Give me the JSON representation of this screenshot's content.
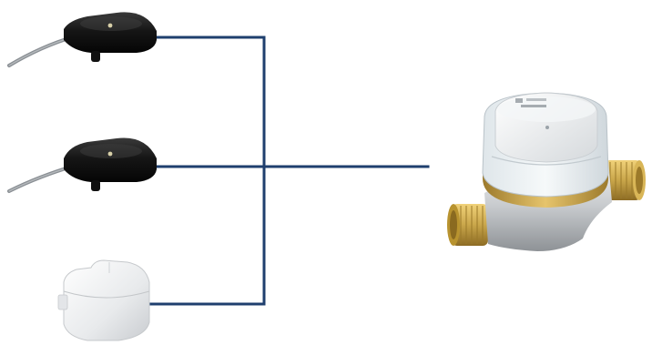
{
  "diagram": {
    "colors": {
      "background": "#ffffff",
      "connector": "#1f3f6e",
      "module_black": "#151515",
      "module_white": "#eceef0",
      "cable_grey": "#8a8f94",
      "meter_brass": "#c9a64a",
      "meter_body": "#d4d6d8",
      "meter_cap": "#e9ecee"
    },
    "nodes": [
      {
        "id": "black-module-1",
        "kind": "black-cabled-reading-module"
      },
      {
        "id": "black-module-2",
        "kind": "black-cabled-reading-module"
      },
      {
        "id": "white-module",
        "kind": "white-clip-on-reading-module"
      },
      {
        "id": "water-meter",
        "kind": "water-meter"
      }
    ],
    "connections": [
      {
        "from": "black-module-1",
        "to": "water-meter"
      },
      {
        "from": "black-module-2",
        "to": "water-meter"
      },
      {
        "from": "white-module",
        "to": "water-meter"
      }
    ]
  }
}
